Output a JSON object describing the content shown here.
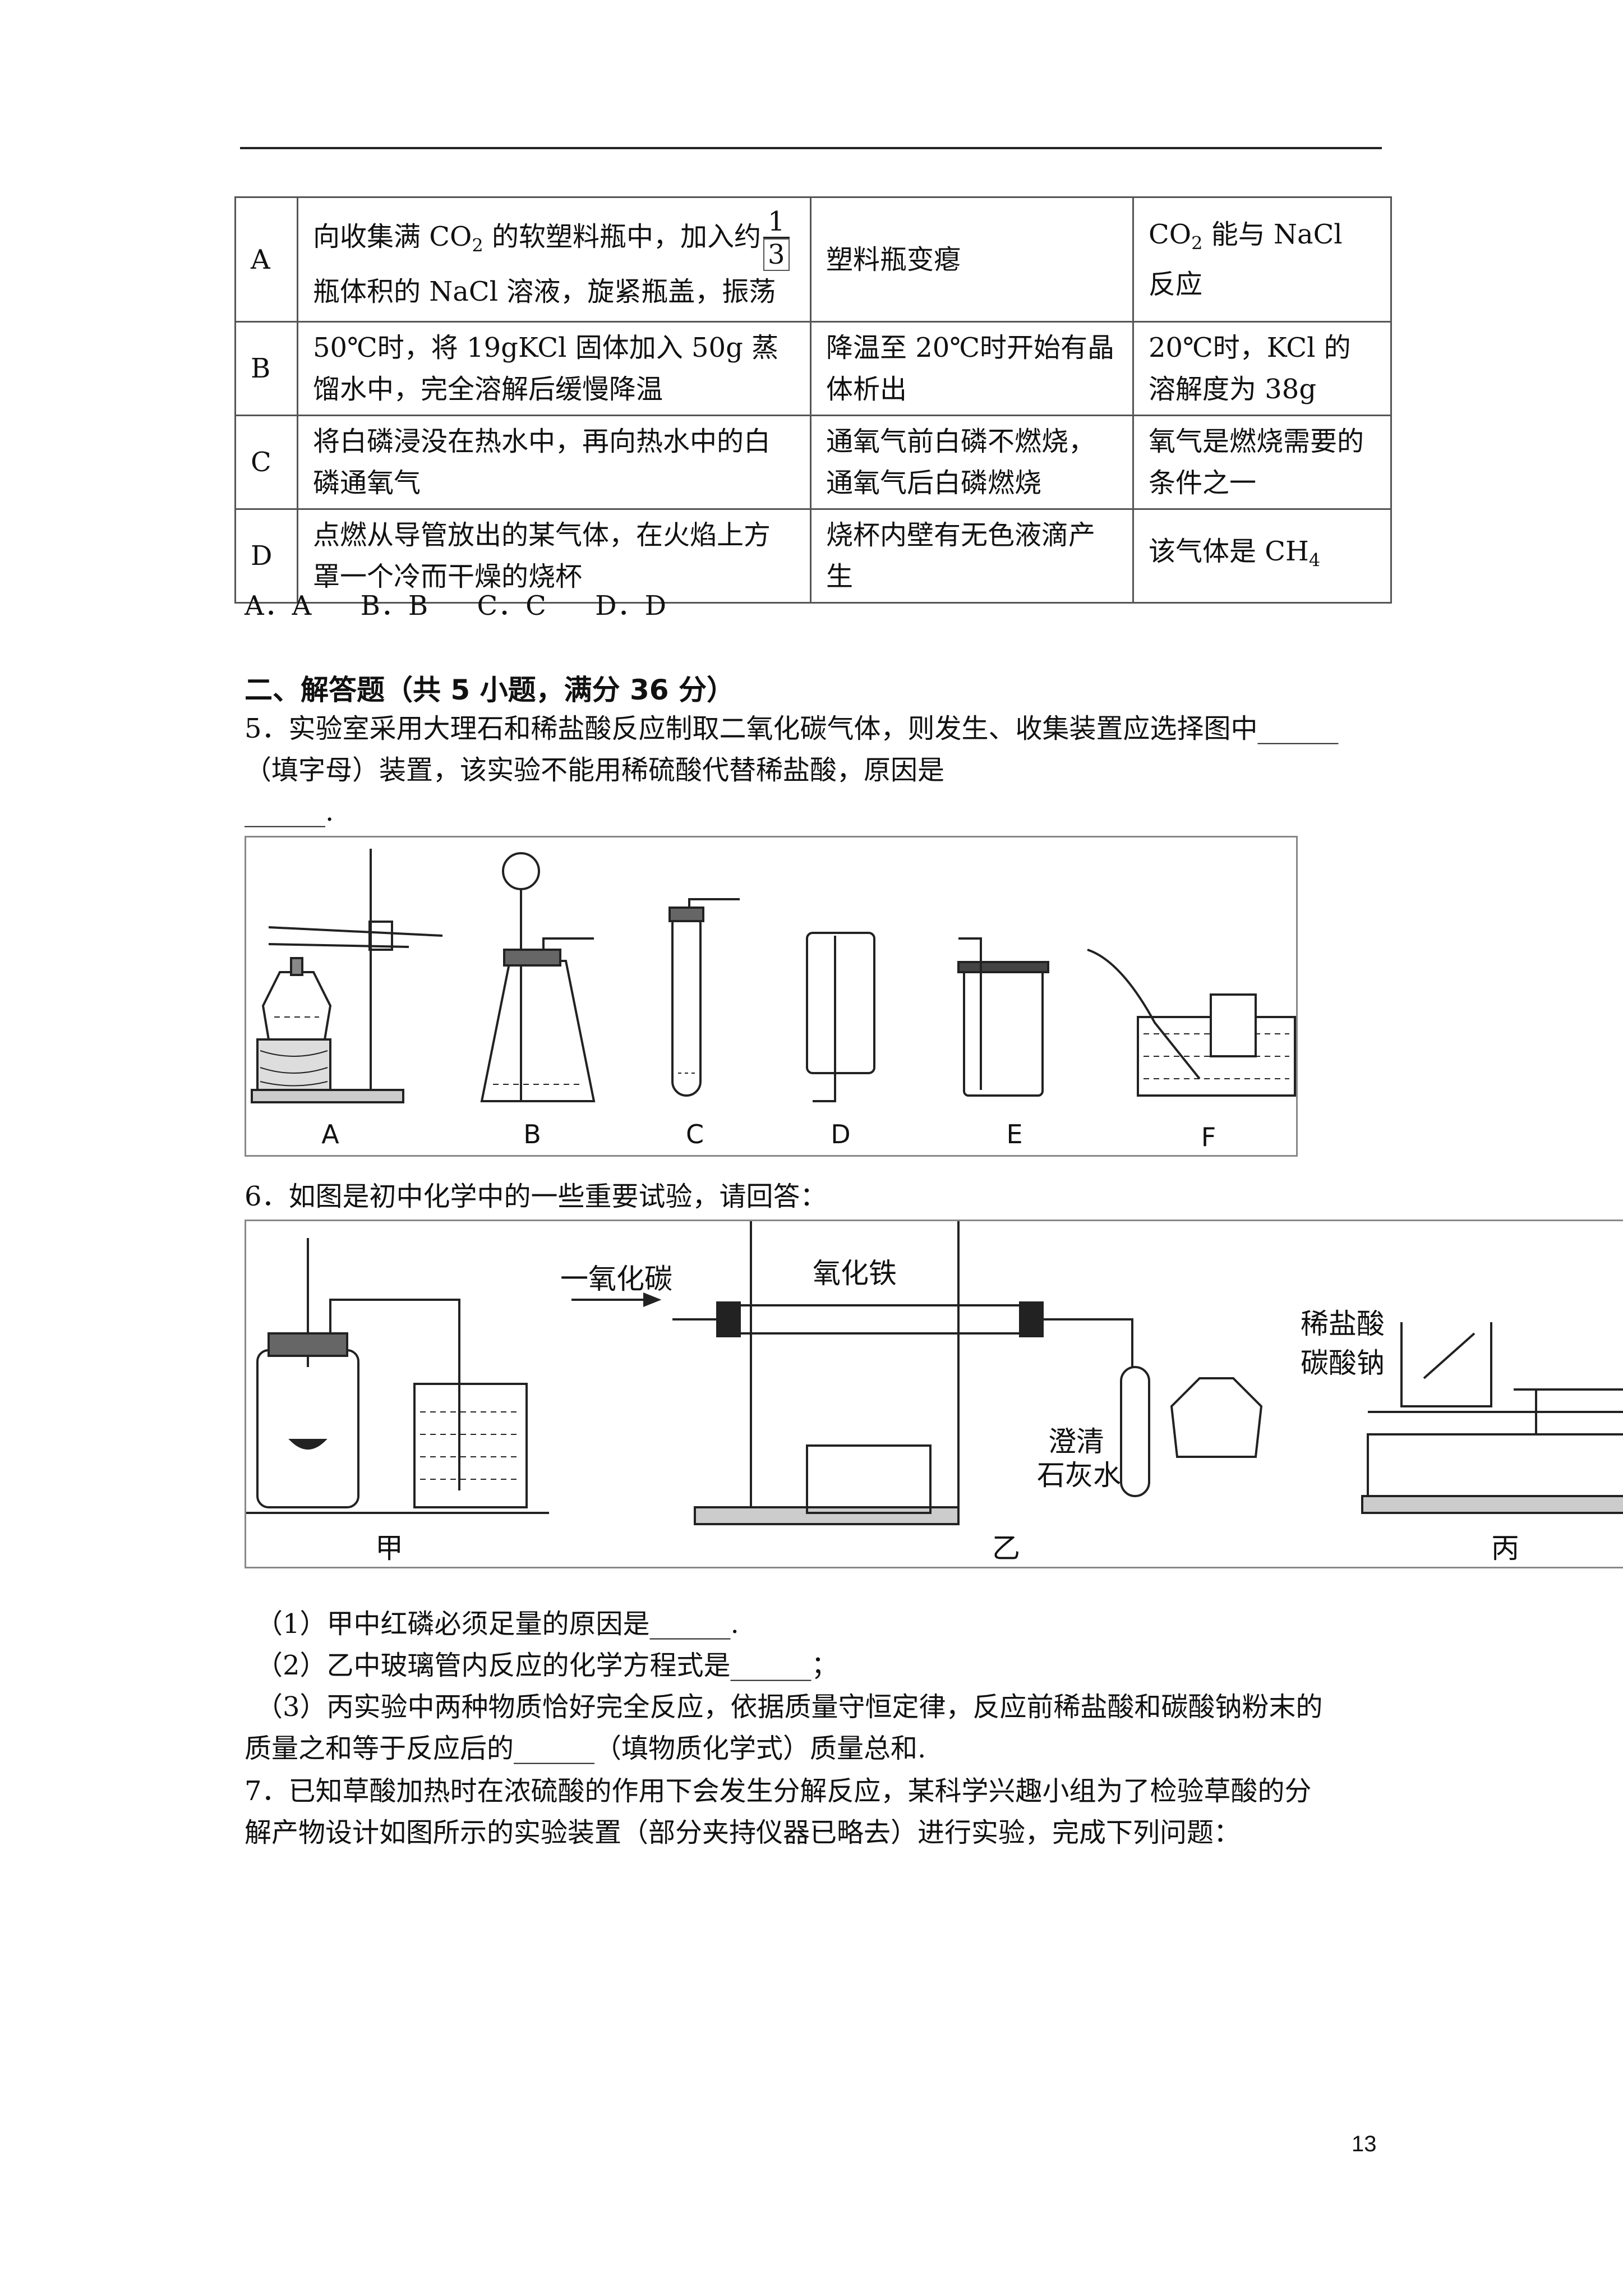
{
  "table": {
    "rows": [
      {
        "label": "A",
        "op_a": "向收集满 CO",
        "op_sub": "2",
        "op_b": " 的软塑料瓶中，加入约",
        "frac_num": "1",
        "frac_den": "3",
        "op_c": "瓶体积的 NaCl 溶液，旋紧瓶盖，振荡",
        "phen": "塑料瓶变瘪",
        "concl_a": "CO",
        "concl_sub": "2",
        "concl_b": " 能与 NaCl 反应"
      },
      {
        "label": "B",
        "op": "50℃时，将 19gKCl 固体加入 50g 蒸馏水中，完全溶解后缓慢降温",
        "phen": "降温至 20℃时开始有晶体析出",
        "concl": "20℃时，KCl 的溶解度为 38g"
      },
      {
        "label": "C",
        "op": "将白磷浸没在热水中，再向热水中的白磷通氧气",
        "phen": "通氧气前白磷不燃烧，通氧气后白磷燃烧",
        "concl": "氧气是燃烧需要的条件之一"
      },
      {
        "label": "D",
        "op": "点燃从导管放出的某气体，在火焰上方罩一个冷而干燥的烧杯",
        "phen": "烧杯内壁有无色液滴产生",
        "concl_a": "该气体是 CH",
        "concl_sub": "4"
      }
    ]
  },
  "answers": [
    "A．A",
    "B．B",
    "C．C",
    "D．D"
  ],
  "section_title": "二、解答题（共 5 小题，满分 36 分）",
  "q5": {
    "line1": "5．实验室采用大理石和稀盐酸反应制取二氧化碳气体，则发生、收集装置应选择图中______",
    "line2": "（填字母）装置，该实验不能用稀硫酸代替稀盐酸，原因是",
    "line3": "______."
  },
  "fig1": {
    "labels": [
      "A",
      "B",
      "C",
      "D",
      "E",
      "F"
    ]
  },
  "q6": {
    "intro": "6．如图是初中化学中的一些重要试验，请回答：",
    "sub1": "（1）甲中红磷必须足量的原因是______.",
    "sub2": "（2）乙中玻璃管内反应的化学方程式是______；",
    "sub3a": "（3）丙实验中两种物质恰好完全反应，依据质量守恒定律，反应前稀盐酸和碳酸钠粉末的",
    "sub3b": "质量之和等于反应后的______（填物质化学式）质量总和."
  },
  "fig2": {
    "panel_labels": [
      "甲",
      "乙",
      "丙"
    ],
    "co_label": "一氧化碳",
    "fe2o3_label": "氧化铁",
    "limewater_1": "澄清",
    "limewater_2": "石灰水",
    "hcl_label": "稀盐酸",
    "na2co3_label": "碳酸钠"
  },
  "q7": {
    "line1": "7．已知草酸加热时在浓硫酸的作用下会发生分解反应，某科学兴趣小组为了检验草酸的分",
    "line2": "解产物设计如图所示的实验装置（部分夹持仪器已略去）进行实验，完成下列问题："
  },
  "page_number": "13"
}
